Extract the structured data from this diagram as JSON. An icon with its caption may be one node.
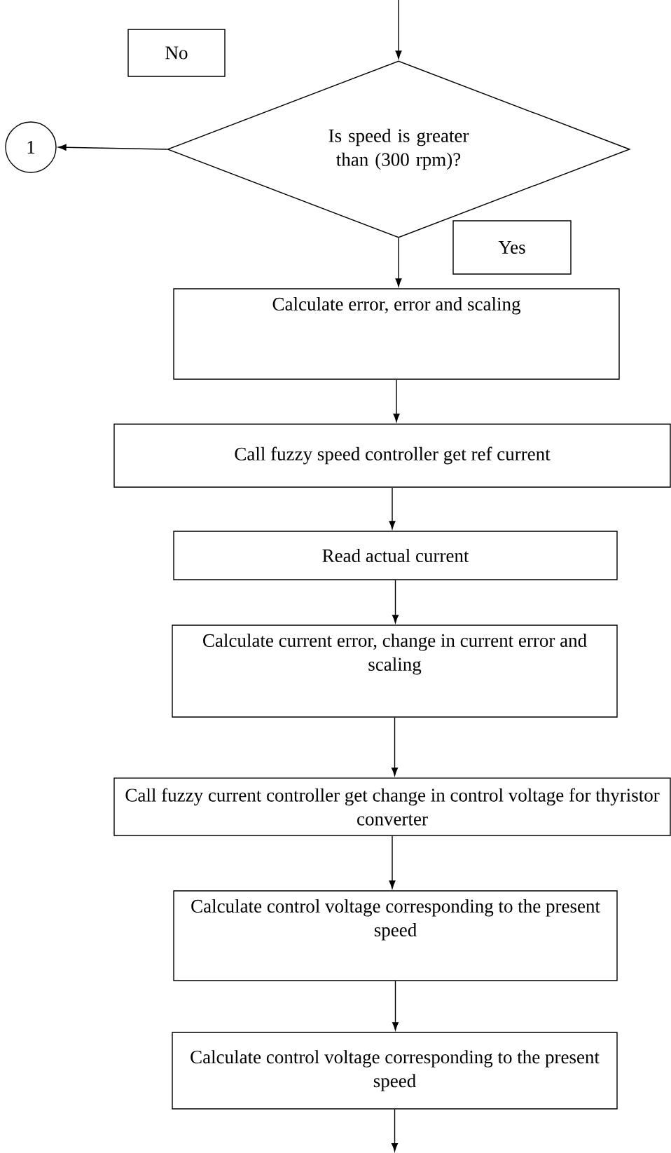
{
  "diagram": {
    "nodes": [
      {
        "text": [
          "No"
        ]
      },
      {
        "text": [
          "Is speed is greater than (300 rpm)?"
        ]
      },
      {
        "text": [
          "1"
        ]
      },
      {
        "text": [
          "Yes"
        ]
      },
      {
        "text": [
          "Calculate error, error and scaling"
        ]
      },
      {
        "text": [
          "Call fuzzy speed controller get ref current"
        ]
      },
      {
        "text": [
          "Read actual current"
        ]
      },
      {
        "text": [
          "Calculate current error, change in current error and scaling"
        ]
      },
      {
        "text": [
          "Call fuzzy current controller get change in control voltage for thyristor converter"
        ]
      },
      {
        "text": [
          "Calculate control voltage corresponding to the present speed"
        ]
      },
      {
        "text": [
          "Calculate control voltage corresponding to the present speed"
        ]
      }
    ],
    "edges": [
      {
        "from": null,
        "to": 1,
        "arrow": "to"
      },
      {
        "from": 1,
        "to": 2,
        "arrow": "to"
      },
      {
        "from": 1,
        "to": 4,
        "arrow": "to"
      },
      {
        "from": 4,
        "to": 5,
        "arrow": "to"
      },
      {
        "from": 5,
        "to": 6,
        "arrow": "to"
      },
      {
        "from": 6,
        "to": 7,
        "arrow": "to"
      },
      {
        "from": 7,
        "to": 8,
        "arrow": "to"
      },
      {
        "from": 8,
        "to": 9,
        "arrow": "to"
      },
      {
        "from": 9,
        "to": 10,
        "arrow": "to"
      },
      {
        "from": 10,
        "to": null,
        "arrow": "to"
      }
    ]
  }
}
